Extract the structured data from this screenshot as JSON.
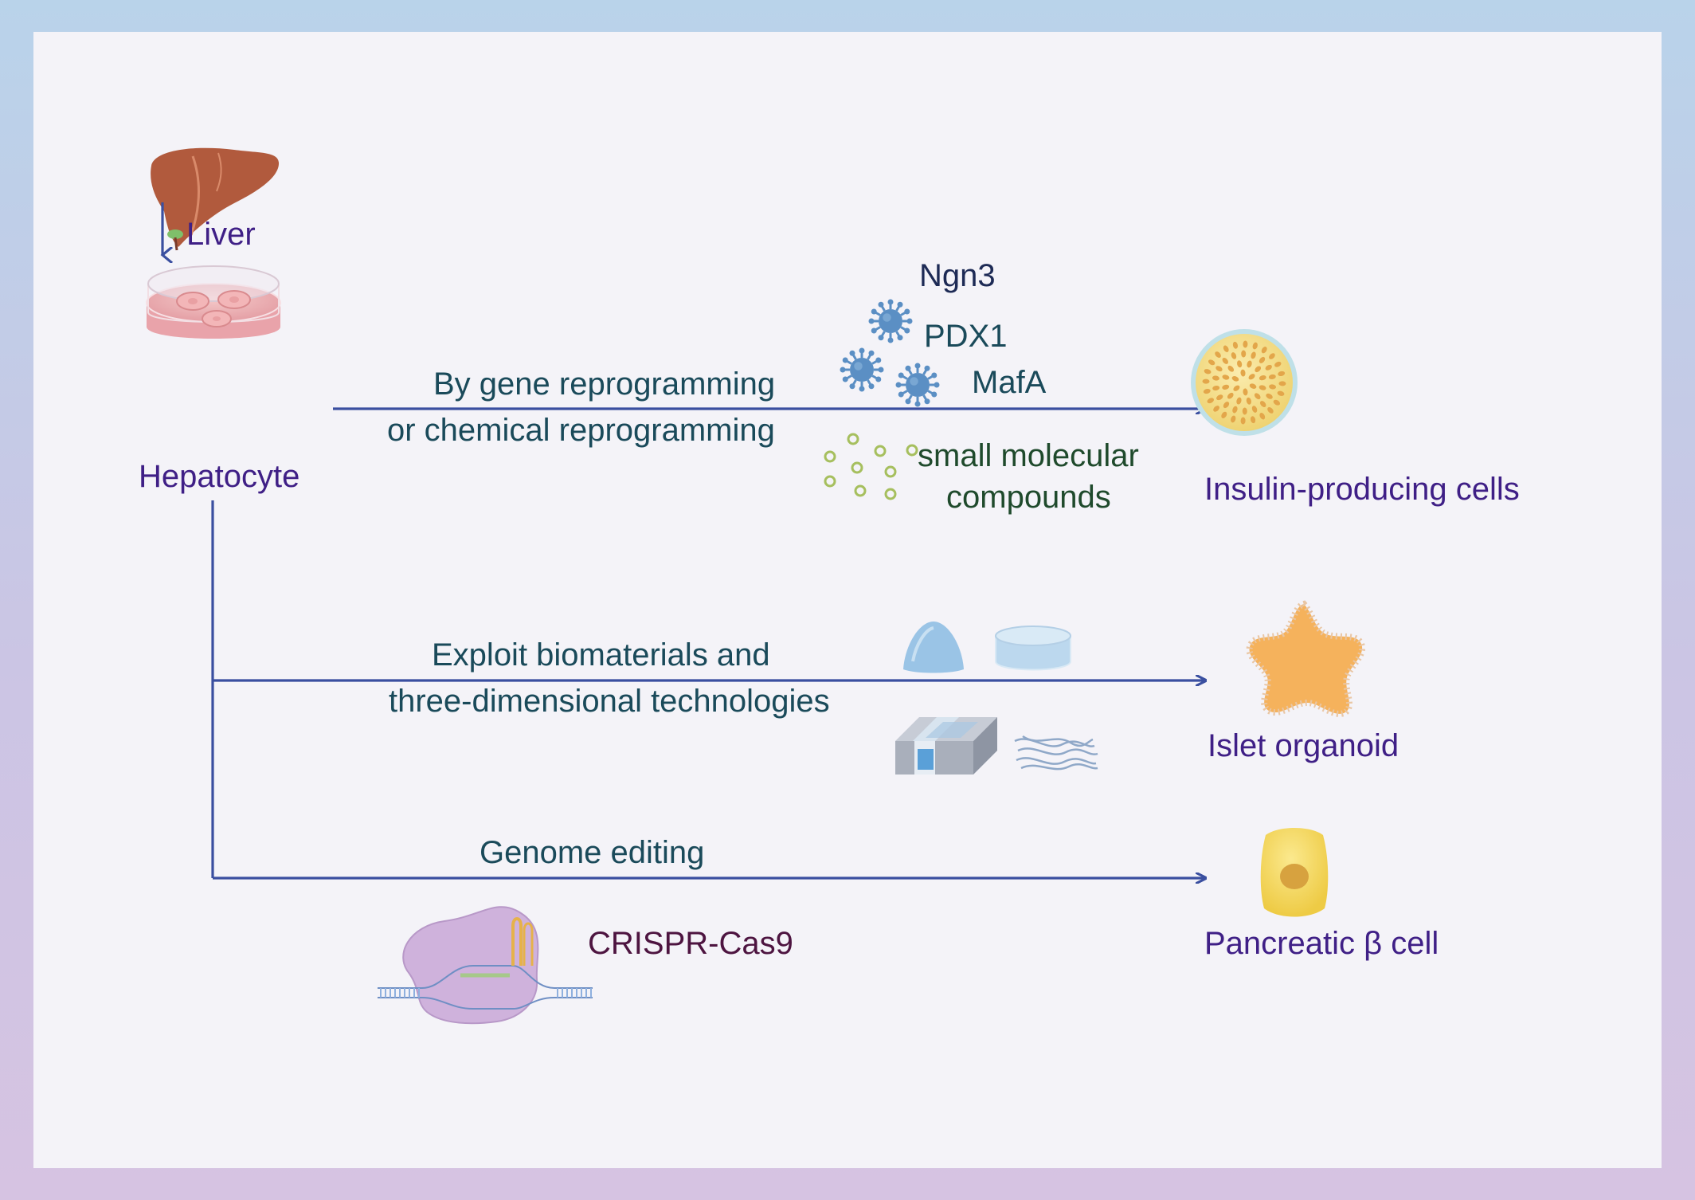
{
  "source": {
    "liver_label": "Liver",
    "hepatocyte_label": "Hepatocyte"
  },
  "routes": {
    "reprogramming": {
      "line1": "By gene reprogramming",
      "line2": "or chemical reprogramming",
      "factors": [
        "Ngn3",
        "PDX1",
        "MafA"
      ],
      "compounds_line1": "small molecular",
      "compounds_line2": "compounds",
      "target": "Insulin-producing cells"
    },
    "biomaterials": {
      "line1": "Exploit biomaterials and",
      "line2": "three-dimensional technologies",
      "target": "Islet organoid"
    },
    "genome_editing": {
      "label": "Genome editing",
      "tool": "CRISPR-Cas9",
      "target": "Pancreatic β cell"
    }
  },
  "colors": {
    "arrow": "#3a4fa0",
    "target_label": "#3f1f86",
    "route_label": "#1a4a5a",
    "virus": "#5b8fc4",
    "compound": "#a6bf5e",
    "liver": "#b15a3d",
    "insulin_cell": "#f2dc7d",
    "organoid": "#f5b25c",
    "beta_cell": "#f2d45c",
    "crispr_blob": "#cfb2dc"
  }
}
